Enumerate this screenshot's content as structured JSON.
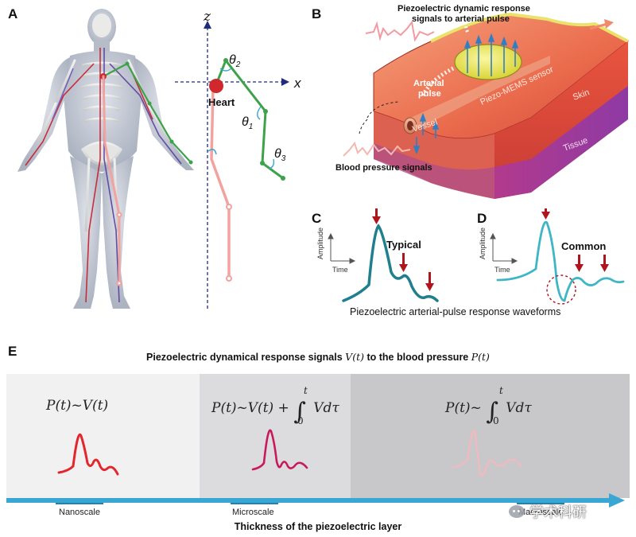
{
  "panels": {
    "a": "A",
    "b": "B",
    "c": "C",
    "d": "D",
    "e": "E"
  },
  "panel_a": {
    "z_axis": "z",
    "x_axis": "x",
    "heart": "Heart",
    "theta1": "θ",
    "theta1_sub": "1",
    "theta2": "θ",
    "theta2_sub": "2",
    "theta3": "θ",
    "theta3_sub": "3"
  },
  "panel_b": {
    "title_line1": "Piezoelectric dynamic response",
    "title_line2": "signals to arterial pulse",
    "arterial_line1": "Arterial",
    "arterial_line2": "pulse",
    "sensor": "Piezo-MEMS sensor",
    "skin": "Skin",
    "vessel": "Vessel",
    "tissue": "Tissue",
    "blood_pressure": "Blood pressure signals"
  },
  "panel_c": {
    "amplitude": "Amplitude",
    "time": "Time",
    "label": "Typical"
  },
  "panel_d": {
    "amplitude": "Amplitude",
    "time": "Time",
    "label": "Common"
  },
  "caption_cd": "Piezoelectric arterial-pulse response waveforms",
  "panel_e": {
    "title_prefix": "Piezoelectric dynamical response signals",
    "title_vt": "V(t)",
    "title_mid": "to the blood pressure",
    "title_pt": "P(t)",
    "formula1": "P(t)~V(t)",
    "formula2_left": "P(t)~V(t) +",
    "formula3_left": "P(t)~",
    "integral_upper": "t",
    "integral_lower": "0",
    "integrand": "Vdτ",
    "scale1": "Nanoscale",
    "scale2": "Microscale",
    "scale3": "Macroscale",
    "axis_title": "Thickness of the piezoelectric layer",
    "watermark": "学术科研"
  },
  "colors": {
    "green_limb": "#3da34a",
    "pink_limb": "#f2a3a0",
    "teal_wave": "#1f7f8c",
    "cyan_wave": "#3fb6c6",
    "red_arrow": "#b0141c",
    "band1": "#f1f1f2",
    "band2": "#dcdcde",
    "band3": "#c8c8ca",
    "axis_blue": "#3aa6d4",
    "wave_red": "#e3262b",
    "wave_magenta": "#c8195d",
    "wave_pink": "#f3b8c0"
  }
}
